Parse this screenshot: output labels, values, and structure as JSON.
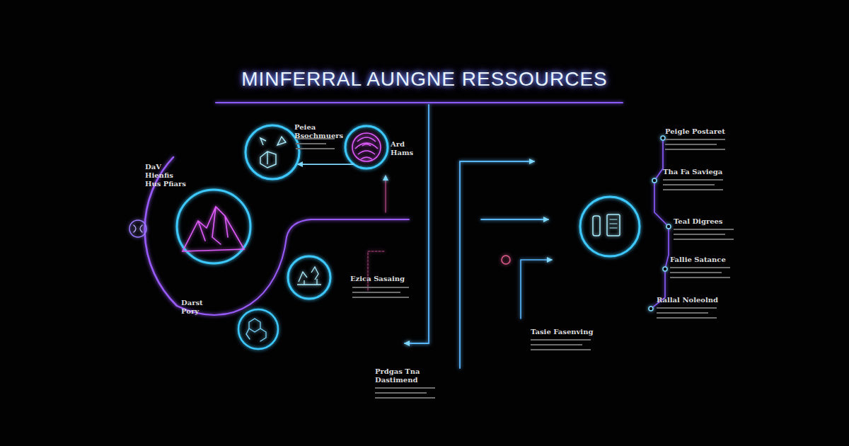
{
  "diagram": {
    "title": "MINFERRAL AUNGNE RESSOURCES",
    "nodes": [
      {
        "text": [
          "Peiea Bsochmuers"
        ]
      },
      {
        "text": [
          "Ard Hams"
        ]
      },
      {
        "text": [
          "Ezica Sasaing"
        ]
      }
    ],
    "edges": [
      {
        "from": 1,
        "to": 0,
        "arrow": "to"
      }
    ],
    "labels": [
      "DaV Hienfis Hus Pfiars",
      "Darst Pory",
      "Prdgas Tna Dastimend",
      "Tasie Fasenving",
      "Peigle Postaret",
      "Tha Fa Saviega",
      "Teal Digrees",
      "Fallie Satance",
      "Rallal Noleolnd"
    ]
  }
}
